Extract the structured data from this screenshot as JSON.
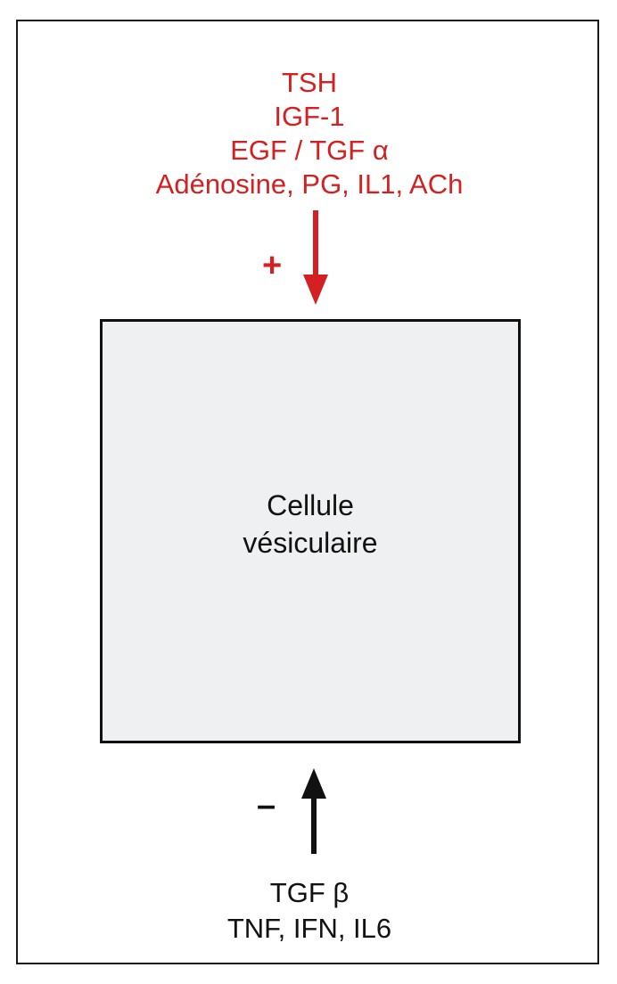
{
  "stimulators": {
    "sign": "+",
    "color": "#d42020",
    "lines": [
      "TSH",
      "IGF-1",
      "EGF / TGF α",
      "Adénosine, PG, IL1, ACh"
    ]
  },
  "cell": {
    "label_line1": "Cellule",
    "label_line2": "vésiculaire"
  },
  "inhibitors": {
    "sign": "–",
    "color": "#111111",
    "lines": [
      "TGF β",
      "TNF, IFN, IL6"
    ]
  }
}
